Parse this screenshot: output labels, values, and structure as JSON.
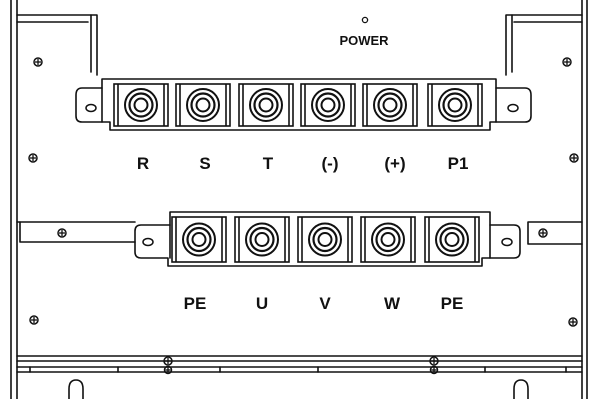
{
  "power_label": "POWER",
  "top_terminals": [
    "R",
    "S",
    "T",
    "(-)",
    "(+)",
    "P1"
  ],
  "bottom_terminals": [
    "PE",
    "U",
    "V",
    "W",
    "PE"
  ],
  "colors": {
    "line": "#111111",
    "background": "#ffffff",
    "screw_fill": "#ffffff"
  }
}
